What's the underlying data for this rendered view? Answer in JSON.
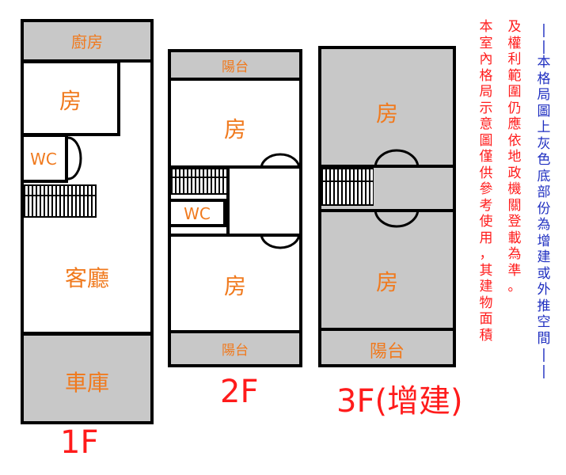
{
  "floor1": {
    "title": "1F",
    "rooms": {
      "kitchen": "廚房",
      "bedroom": "房",
      "wc": "WC",
      "living": "客廳",
      "garage": "車庫"
    }
  },
  "floor2": {
    "title": "2F",
    "rooms": {
      "balcony_top": "陽台",
      "bedroom_top": "房",
      "wc": "WC",
      "bedroom_bottom": "房",
      "balcony_bottom": "陽台"
    }
  },
  "floor3": {
    "title": "3F(增建)",
    "rooms": {
      "bedroom_top": "房",
      "bedroom_bottom": "房",
      "balcony": "陽台"
    }
  },
  "notes": {
    "disclaimer": [
      "本室內格局示意圖僅供參考使用，其建物面積",
      "及權利範圍仍應依地政機關登載為準。"
    ],
    "gray_note": "||本格局圖上灰色底部份為增建或外推空間||"
  },
  "colors": {
    "label": "#f07a1e",
    "floor_title": "#ff1b1b",
    "added_area": "#c8c8c8",
    "note_blue": "#1f2fc0"
  }
}
